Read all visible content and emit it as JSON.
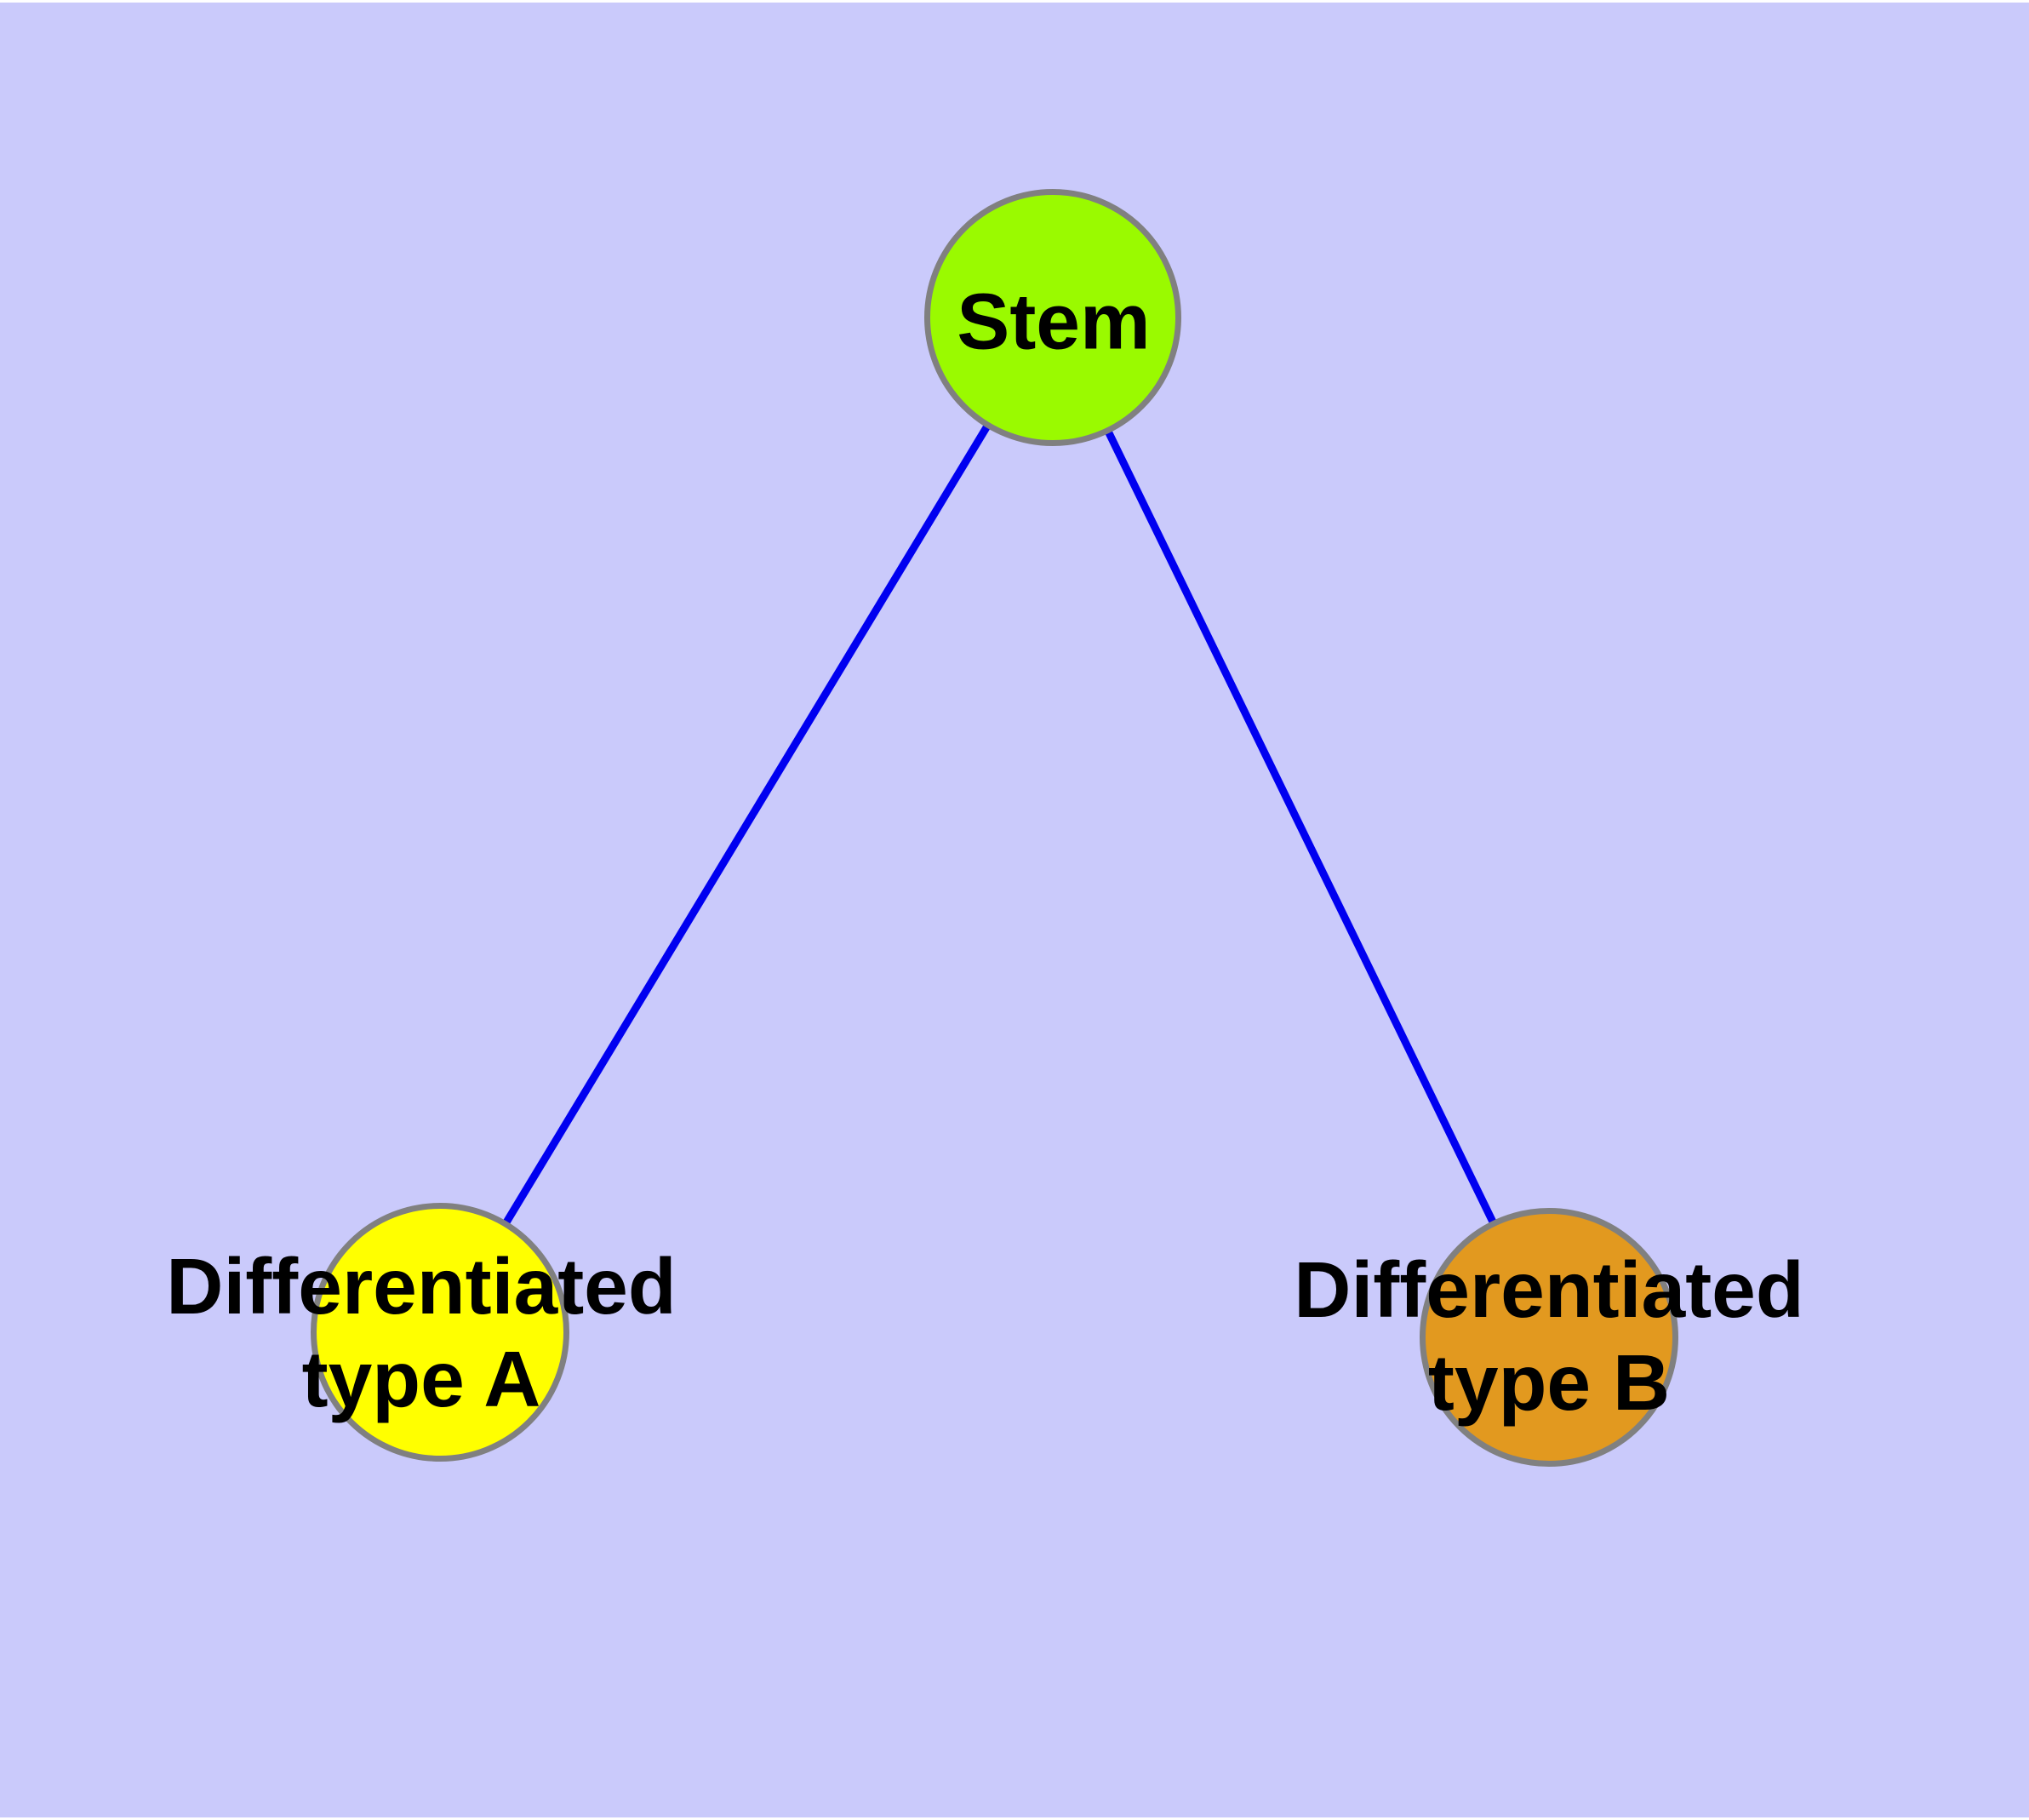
{
  "diagram": {
    "type": "node-link-graph",
    "nodes": [
      {
        "id": "stem",
        "label": "Stem",
        "fill": "#9AFA00",
        "shape": "circle"
      },
      {
        "id": "type-a",
        "label": "Differentiated\ntype A",
        "fill": "#FFFF00",
        "shape": "circle"
      },
      {
        "id": "type-b",
        "label": "Differentiated\ntype B",
        "fill": "#E2991F",
        "shape": "circle"
      }
    ],
    "edges": [
      {
        "from": "Stem",
        "to": "Differentiated type A"
      },
      {
        "from": "Stem",
        "to": "Differentiated type B"
      }
    ]
  },
  "colors": {
    "background": "#CACAFB",
    "page-edge": "#FFFFFF",
    "node-stem": "#9AFA00",
    "node-type-a": "#FFFF00",
    "node-type-b": "#E2991F",
    "node-border": "#808080",
    "edge": "#0000F0",
    "label": "#000000"
  }
}
